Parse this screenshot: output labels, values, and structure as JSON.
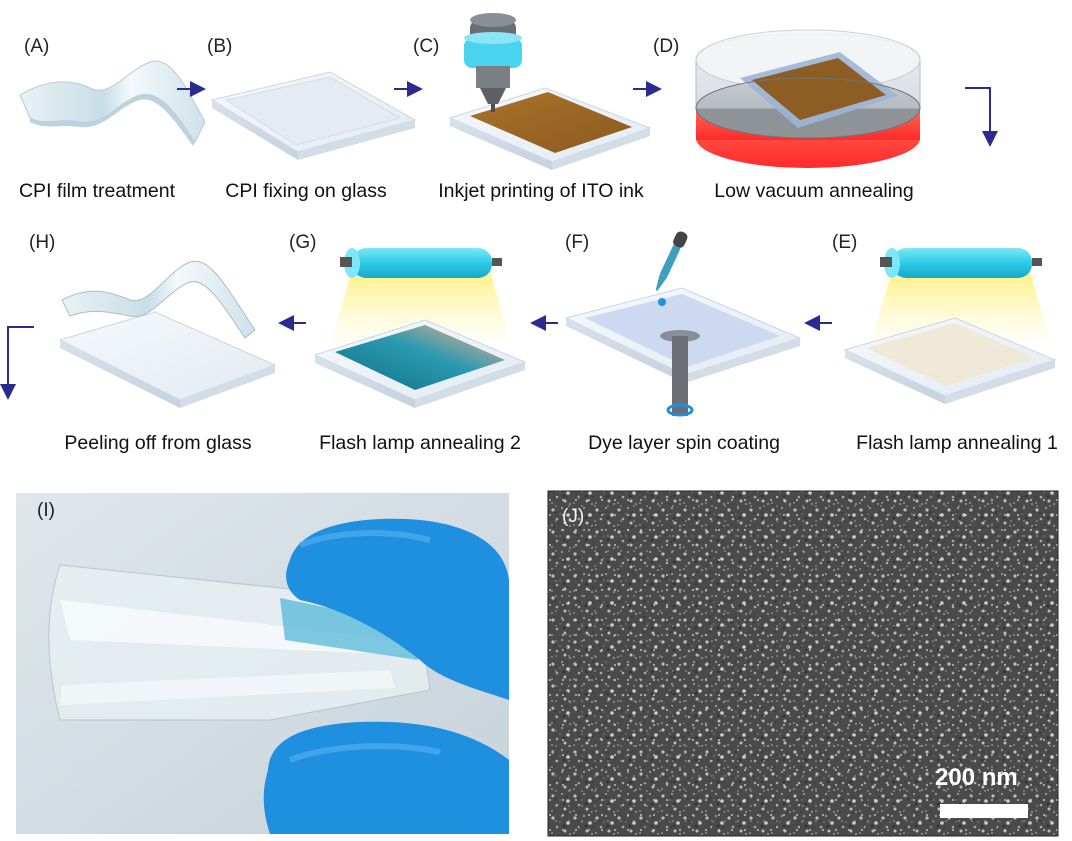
{
  "panels": {
    "A": {
      "letter": "(A)",
      "caption": "CPI film treatment"
    },
    "B": {
      "letter": "(B)",
      "caption": "CPI fixing on glass"
    },
    "C": {
      "letter": "(C)",
      "caption": "Inkjet printing of ITO ink"
    },
    "D": {
      "letter": "(D)",
      "caption": "Low vacuum annealing"
    },
    "E": {
      "letter": "(E)",
      "caption": "Flash lamp annealing 1"
    },
    "F": {
      "letter": "(F)",
      "caption": "Dye layer spin coating"
    },
    "G": {
      "letter": "(G)",
      "caption": "Flash lamp annealing 2"
    },
    "H": {
      "letter": "(H)",
      "caption": "Peeling off from glass"
    },
    "I": {
      "letter": "(I)"
    },
    "J": {
      "letter": "(J)",
      "scalebar": "200 nm"
    }
  },
  "colors": {
    "arrow": "#2b2b8f",
    "ito": "#9a6a2a",
    "glass": "#eef3f8",
    "lamp": "#33d3ee",
    "glow": "#fff3a0",
    "glove": "#1f8fe0",
    "heater": "#ff3b3b"
  }
}
